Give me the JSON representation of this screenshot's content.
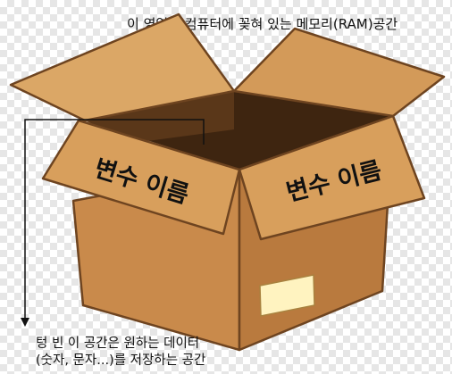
{
  "top_caption": "이 영역은 컴퓨터에 꽂혀 있는 메모리(RAM)공간",
  "left_flap_label": "변수 이름",
  "right_flap_label": "변수 이름",
  "bottom_caption": {
    "line1": "텅 빈 이 공간은 원하는 데이터",
    "line2": "(숫자, 문자...)를 저장하는 공간"
  },
  "colors": {
    "cardboard_light": "#d9a25f",
    "cardboard_mid": "#c8894a",
    "cardboard_dark": "#8c5a2b",
    "outline": "#6e4420",
    "interior": "#3e2510",
    "label_sticker": "#fff3c0"
  }
}
